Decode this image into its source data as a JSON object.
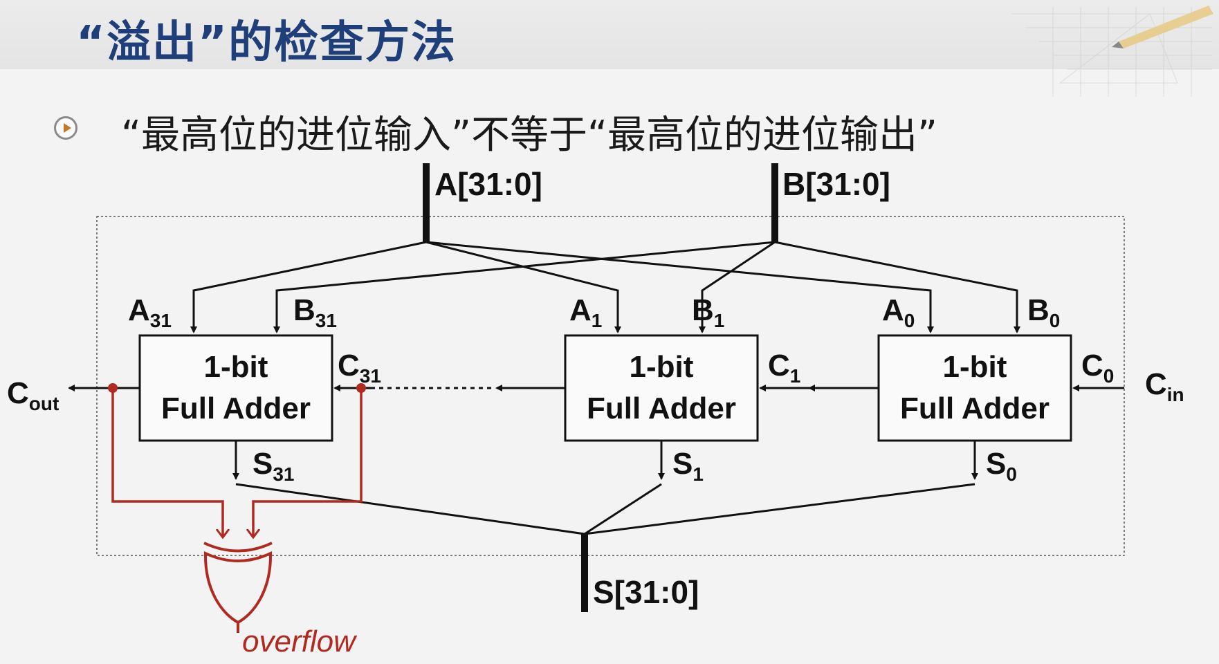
{
  "title": "“溢出”的检查方法",
  "bullet": "“最高位的进位输入”不等于“最高位的进位输出”",
  "bus_a": "A[31:0]",
  "bus_b": "B[31:0]",
  "bus_s": "S[31:0]",
  "adders": [
    {
      "line1": "1-bit",
      "line2": "Full Adder"
    },
    {
      "line1": "1-bit",
      "line2": "Full Adder"
    },
    {
      "line1": "1-bit",
      "line2": "Full Adder"
    }
  ],
  "labels": {
    "a31": {
      "base": "A",
      "sub": "31"
    },
    "b31": {
      "base": "B",
      "sub": "31"
    },
    "a1": {
      "base": "A",
      "sub": "1"
    },
    "b1": {
      "base": "B",
      "sub": "1"
    },
    "a0": {
      "base": "A",
      "sub": "0"
    },
    "b0": {
      "base": "B",
      "sub": "0"
    },
    "c31": {
      "base": "C",
      "sub": "31"
    },
    "c1": {
      "base": "C",
      "sub": "1"
    },
    "c0": {
      "base": "C",
      "sub": "0"
    },
    "cin": {
      "base": "C",
      "sub": "in"
    },
    "cout": {
      "base": "C",
      "sub": "out"
    },
    "s31": {
      "base": "S",
      "sub": "31"
    },
    "s1": {
      "base": "S",
      "sub": "1"
    },
    "s0": {
      "base": "S",
      "sub": "0"
    }
  },
  "overflow": "overflow",
  "colors": {
    "wire": "#111111",
    "highlight": "#b02a20",
    "title": "#1f3f7a"
  },
  "icons": [
    "play-bullet-icon",
    "pencil-ruler-decoration"
  ]
}
